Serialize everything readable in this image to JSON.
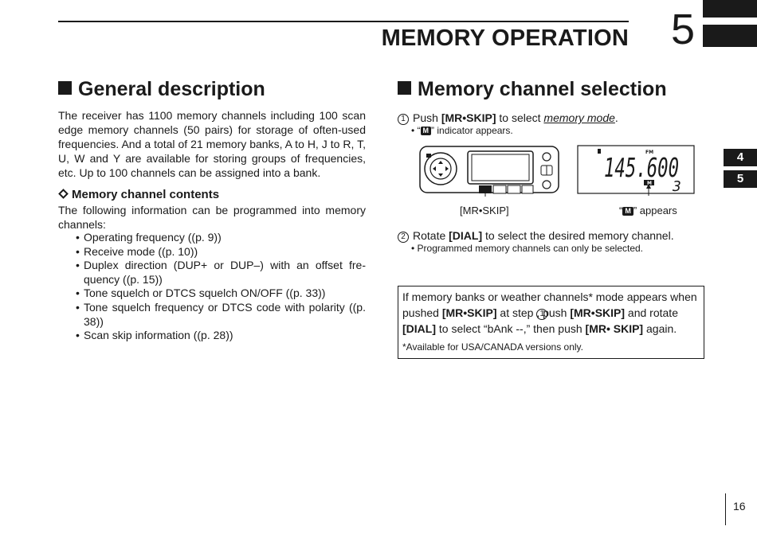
{
  "header": {
    "title": "MEMORY OPERATION",
    "chapter_number": "5",
    "side_tabs": [
      "4",
      "5"
    ],
    "page_number": "16"
  },
  "left": {
    "heading": "General description",
    "intro": "The receiver has 1100 memory channels including 100 scan edge memory channels (50 pairs) for storage of often-used frequencies. And a total of 21 memory banks, A to H, J to R, T, U, W and Y are available for storing groups of frequencies, etc. Up to 100 channels can be assigned into a bank.",
    "sub_heading": "Memory channel contents",
    "contents_intro": "The following information can be programmed into memory channels:",
    "items": [
      "Operating frequency ((p. 9))",
      "Receive mode ((p. 10))",
      "Duplex direction (DUP+ or DUP–) with an offset fre-quency ((p. 15))",
      "Tone squelch or DTCS squelch ON/OFF ((p. 33))",
      "Tone squelch frequency or DTCS code with polarity ((p.  38))",
      "Scan skip information ((p. 28))"
    ]
  },
  "right": {
    "heading": "Memory channel selection",
    "step1": {
      "num": "1",
      "pre": "Push ",
      "key": "[MR•SKIP]",
      "mid": " to select ",
      "link": "memory mode",
      "end": ".",
      "note_pre": "• “",
      "note_badge": "M",
      "note_post": "” indicator appears."
    },
    "figure": {
      "caption_left": "[MR•SKIP]",
      "caption_right_pre": "“",
      "caption_right_badge": "M",
      "caption_right_post": "” appears",
      "lcd_frequency": "145.600",
      "lcd_channel": "3",
      "lcd_fm": "FM",
      "lcd_m": "M"
    },
    "step2": {
      "num": "2",
      "pre": "Rotate ",
      "key": "[DIAL]",
      "post": " to select the desired memory channel.",
      "note": "• Programmed memory channels can only be selected."
    },
    "box": {
      "t1": "If memory banks or weather channels* mode appears when pushed ",
      "k1": "[MR•SKIP]",
      "t2": " at step ",
      "step_ref": "1",
      "t3": ", push ",
      "k2": "[MR•SKIP]",
      "t4": " and rotate ",
      "k3": "[DIAL]",
      "t5": " to select “bAnk --,” then push ",
      "k4": "[MR• SKIP]",
      "t6": " again.",
      "footnote": "*Available for USA/CANADA versions only."
    }
  },
  "colors": {
    "ink": "#1a1a1a",
    "paper": "#ffffff"
  }
}
